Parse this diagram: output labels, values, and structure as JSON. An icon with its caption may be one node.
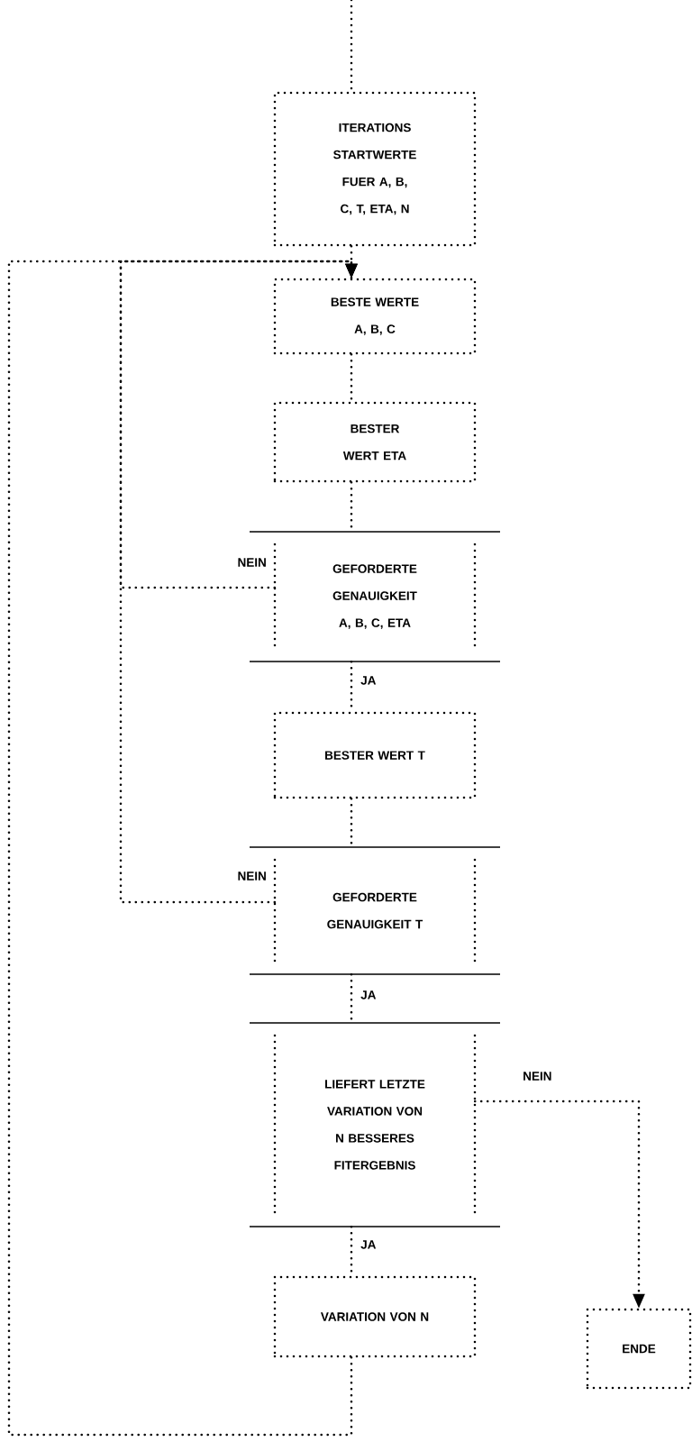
{
  "diagram": {
    "nodes": [
      {
        "text": [
          "ITERATIONS STARTWERTE FUER A, B, C, T, ETA, N"
        ]
      },
      {
        "text": [
          "BESTE WERTE A, B, C"
        ]
      },
      {
        "text": [
          "BESTER WERT ETA"
        ]
      },
      {
        "text": [
          "GEFORDERTE GENAUIGKEIT A, B, C, ETA"
        ]
      },
      {
        "text": [
          "BESTER WERT T"
        ]
      },
      {
        "text": [
          "GEFORDERTE GENAUIGKEIT T"
        ]
      },
      {
        "text": [
          "LIEFERT LETZTE VARIATION VON N BESSERES FITERGEBNIS"
        ]
      },
      {
        "text": [
          "VARIATION VON N"
        ]
      },
      {
        "text": [
          "ENDE"
        ]
      }
    ],
    "edges": [
      {
        "from": null,
        "to": 0,
        "arrow": "none"
      },
      {
        "from": 0,
        "to": 1,
        "arrow": "none"
      },
      {
        "from": 1,
        "to": 2,
        "arrow": "none"
      },
      {
        "from": 2,
        "to": 3,
        "arrow": "none"
      },
      {
        "from": 3,
        "to": 4,
        "arrow": "none",
        "label": "JA"
      },
      {
        "from": 3,
        "to": 1,
        "arrow": "to",
        "label": "NEIN"
      },
      {
        "from": 4,
        "to": 5,
        "arrow": "none"
      },
      {
        "from": 5,
        "to": 6,
        "arrow": "none",
        "label": "JA"
      },
      {
        "from": 5,
        "to": 1,
        "arrow": "to",
        "label": "NEIN"
      },
      {
        "from": 6,
        "to": 7,
        "arrow": "none",
        "label": "JA"
      },
      {
        "from": 6,
        "to": 8,
        "arrow": "to",
        "label": "NEIN"
      },
      {
        "from": 7,
        "to": 1,
        "arrow": "to"
      }
    ]
  }
}
